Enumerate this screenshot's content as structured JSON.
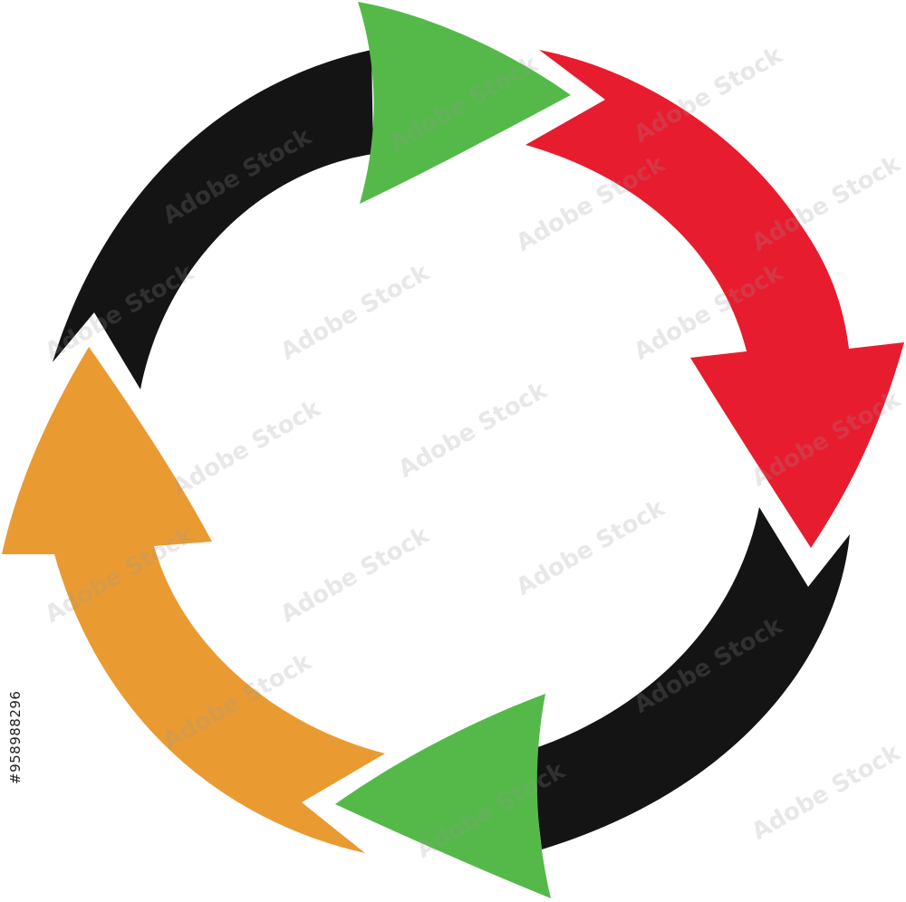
{
  "diagram": {
    "type": "cycle-arrows",
    "segments": [
      {
        "name": "green-arrow-top",
        "color": "#55b94a",
        "kind": "arrowhead"
      },
      {
        "name": "red-arrow-right",
        "color": "#e81c2f",
        "kind": "curved-arrow"
      },
      {
        "name": "black-arc-bottom-right",
        "color": "#141414",
        "kind": "curved-tail"
      },
      {
        "name": "green-arrow-bottom",
        "color": "#55b94a",
        "kind": "arrowhead"
      },
      {
        "name": "orange-arrow-left",
        "color": "#e99b32",
        "kind": "curved-arrow"
      },
      {
        "name": "black-arc-top-left",
        "color": "#141414",
        "kind": "curved-tail"
      }
    ]
  },
  "watermark": {
    "text": "Adobe Stock",
    "side_id": "#958988296"
  },
  "colors": {
    "green": "#55b94a",
    "red": "#e81c2f",
    "orange": "#e99b32",
    "black": "#141414",
    "background": "#ffffff"
  }
}
